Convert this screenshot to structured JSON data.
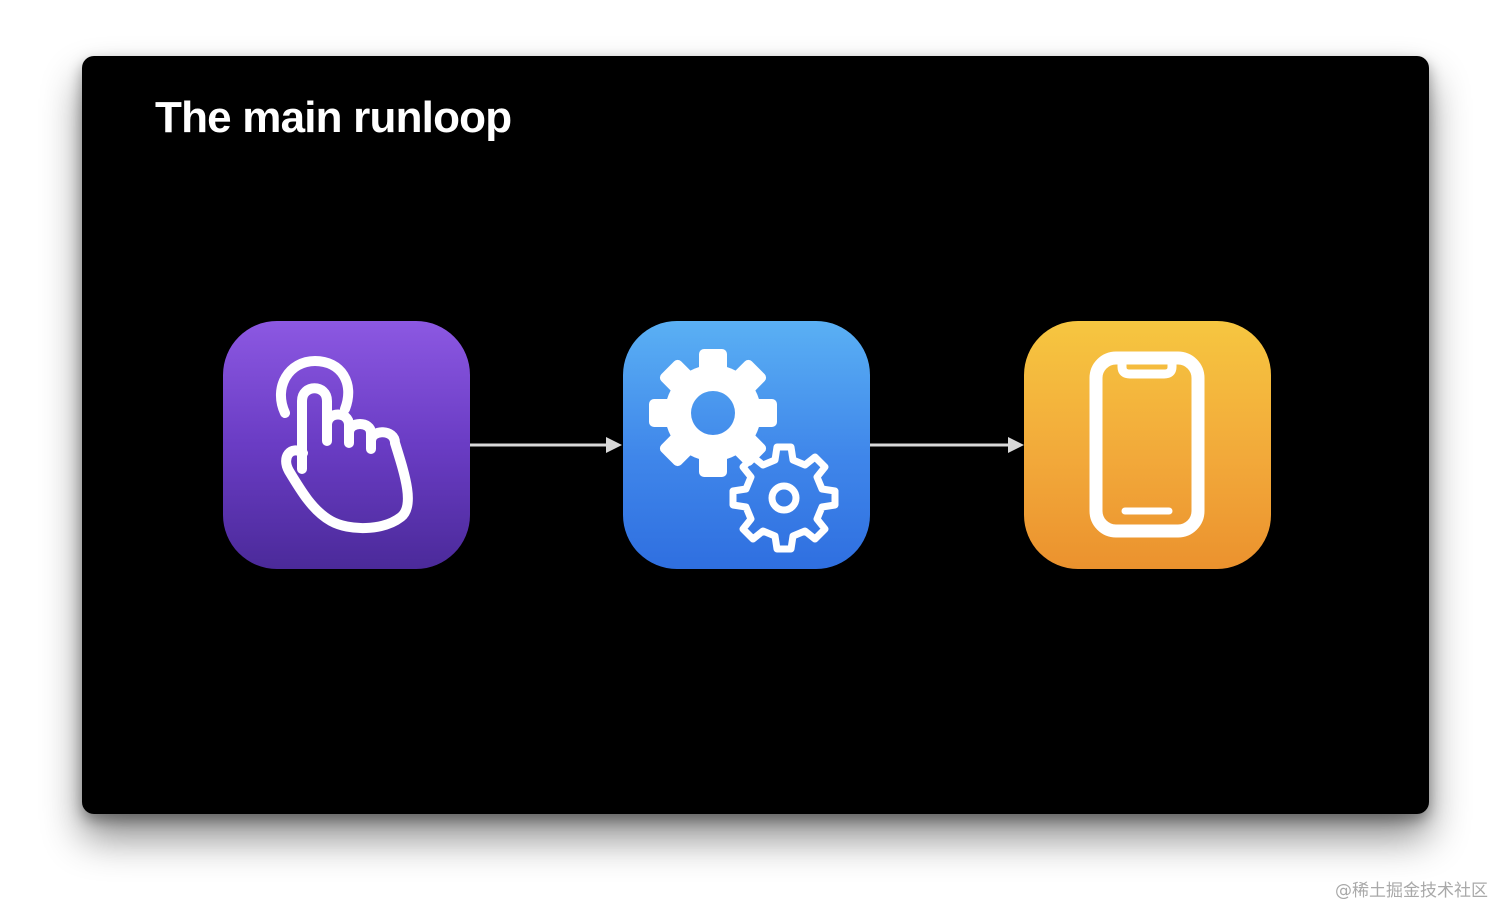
{
  "slide": {
    "title": "The main runloop"
  },
  "diagram": {
    "nodes": [
      {
        "id": "input",
        "icon": "hand-tap-icon",
        "colors": [
          "#8c58e2",
          "#4b2a9a"
        ]
      },
      {
        "id": "process",
        "icon": "gears-icon",
        "colors": [
          "#5ab0f4",
          "#2f6fe0"
        ]
      },
      {
        "id": "display",
        "icon": "iphone-icon",
        "colors": [
          "#f6c640",
          "#eb922e"
        ]
      }
    ],
    "edges": [
      {
        "from": "input",
        "to": "process"
      },
      {
        "from": "process",
        "to": "display"
      }
    ],
    "arrow_color": "#d9d9d9"
  },
  "watermark": {
    "text": "@稀土掘金技术社区"
  }
}
